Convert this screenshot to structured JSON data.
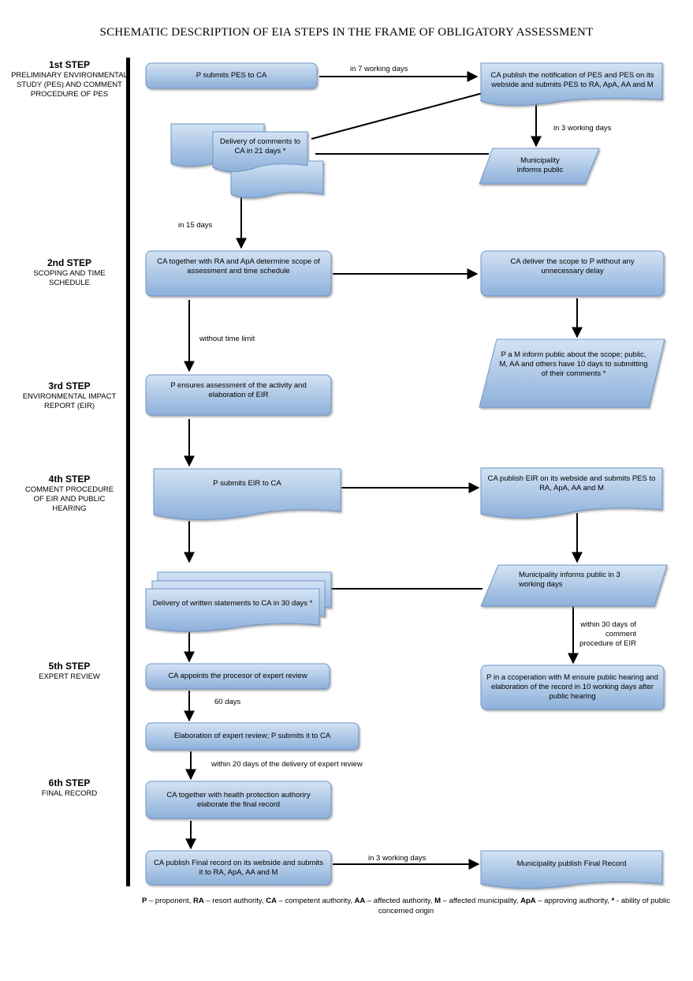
{
  "title": "SCHEMATIC DESCRIPTION OF EIA STEPS IN THE FRAME OF OBLIGATORY ASSESSMENT",
  "steps": [
    {
      "heading": "1st STEP",
      "subtitle": "PRELIMINARY ENVIRONMENTAL STUDY (PES) AND COMMENT PROCEDURE OF PES"
    },
    {
      "heading": "2nd STEP",
      "subtitle": "SCOPING AND TIME SCHEDULE"
    },
    {
      "heading": "3rd STEP",
      "subtitle": "ENVIRONMENTAL IMPACT REPORT (EIR)"
    },
    {
      "heading": "4th STEP",
      "subtitle": "COMMENT PROCEDURE OF EIR AND PUBLIC HEARING"
    },
    {
      "heading": "5th STEP",
      "subtitle": "EXPERT REVIEW"
    },
    {
      "heading": "6th STEP",
      "subtitle": "FINAL RECORD"
    }
  ],
  "nodes": {
    "p_submits_pes": "P submits PES to CA",
    "ca_publish_pes": "CA publish the notification of PES and PES on its webside and submits PES to RA, ApA, AA and M",
    "delivery_comments": "Delivery of comments to CA in  21 days *",
    "municipality_informs": "Municipality informs public",
    "ca_determine_scope": "CA together with RA and ApA determine scope of assessment and time schedule",
    "ca_deliver_scope": "CA deliver the scope to P without any unnecessary delay",
    "pm_inform_scope": "P a M inform public about the scope; public, M, AA and others have 10 days to submitting of their comments *",
    "p_ensures_assessment": "P ensures  assessment of the activity and elaboration of EIR",
    "p_submits_eir": "P submits EIR to CA",
    "ca_publish_eir": "CA publish EIR on its webside and submits PES to RA, ApA, AA and M",
    "municipality_informs_3": "Municipality informs public in 3 working days",
    "delivery_statements": "Delivery of written statements to CA in 30 days *",
    "p_public_hearing": "P in a ccoperation with M ensure public hearing and elaboration of the record in 10 working days after public hearing",
    "ca_appoints": "CA appoints the procesor of expert review",
    "elaboration_review": "Elaboration of expert review; P submits it to CA",
    "ca_final_record": "CA together with health protection authoriry elaborate the final record",
    "ca_publish_final": "CA publish Final record on its webside and submits it to RA, ApA, AA and M",
    "municipality_publish_final": "Municipality publish Final Record"
  },
  "edge_labels": {
    "in_7_days": "in 7 working days",
    "in_3_days_a": "in 3 working days",
    "in_15_days": "in 15 days",
    "without_limit": "without time limit",
    "within_30": "within 30 days of comment procedure of EIR",
    "days_60": "60 days",
    "within_20": "within 20 days of the delivery of expert review",
    "in_3_days_b": "in 3 working days"
  },
  "legend": [
    {
      "term": "P",
      "definition": " – proponent, "
    },
    {
      "term": "RA",
      "definition": " – resort authority, "
    },
    {
      "term": "CA",
      "definition": " – competent authority, "
    },
    {
      "term": "AA",
      "definition": " – affected authority,  "
    },
    {
      "term": "M",
      "definition": " – affected municipality, "
    },
    {
      "term": "ApA",
      "definition": " – approving authority, "
    },
    {
      "term": "*",
      "definition": " - ability of public concerned origin"
    }
  ],
  "colors": {
    "box_top": "#cfe0f2",
    "box_bottom": "#8fb2dc",
    "box_stroke": "#6f96c8",
    "line": "#000000"
  }
}
